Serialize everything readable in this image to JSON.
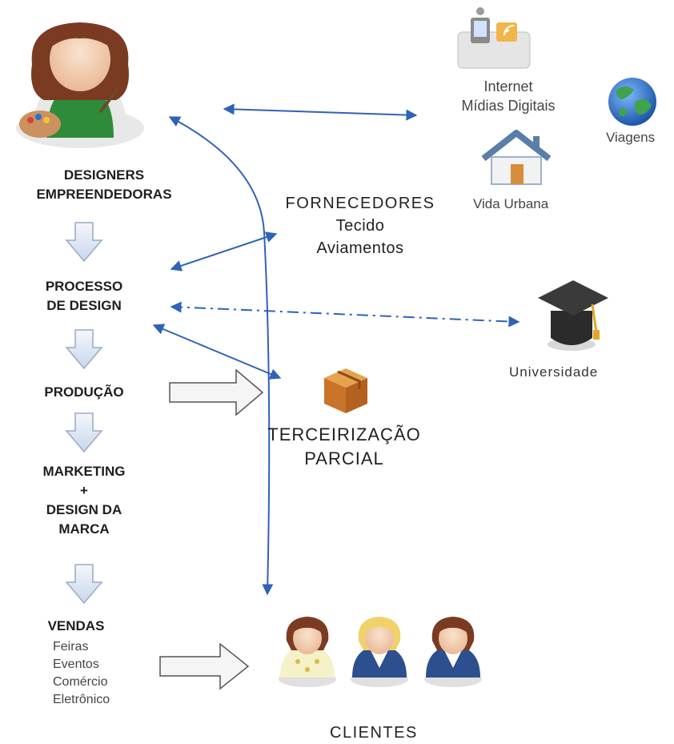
{
  "left_flow": {
    "designers_line1": "DESIGNERS",
    "designers_line2": "EMPREENDEDORAS",
    "processo_line1": "PROCESSO",
    "processo_line2": "DE DESIGN",
    "producao": "PRODUÇÃO",
    "marketing_line1": "MARKETING",
    "marketing_line2": "+",
    "marketing_line3": "DESIGN DA",
    "marketing_line4": "MARCA",
    "vendas": "VENDAS",
    "vendas_items": [
      "Feiras",
      "Eventos",
      "Comércio",
      "Eletrônico"
    ]
  },
  "nodes": {
    "internet_line1": "Internet",
    "internet_line2": "Mídias Digitais",
    "viagens": "Viagens",
    "vida_urbana": "Vida Urbana",
    "fornecedores": "FORNECEDORES",
    "fornecedores_items": [
      "Tecido",
      "Aviamentos"
    ],
    "universidade": "Universidade",
    "terceirizacao_line1": "TERCEIRIZAÇÃO",
    "terceirizacao_line2": "PARCIAL",
    "clientes": "CLIENTES"
  },
  "colors": {
    "arrow_blue": "#2f62b8",
    "flow_arrow_fill": "#dfe7f5",
    "flow_arrow_stroke": "#9aa9c4",
    "apron_green": "#2e8b3a",
    "globe_blue": "#2a6fc0",
    "box_orange": "#d9822b"
  },
  "icons": [
    "designer-avatar-icon",
    "internet-media-icon",
    "globe-icon",
    "house-icon",
    "graduation-cap-icon",
    "box-icon",
    "client-avatar-icon"
  ]
}
